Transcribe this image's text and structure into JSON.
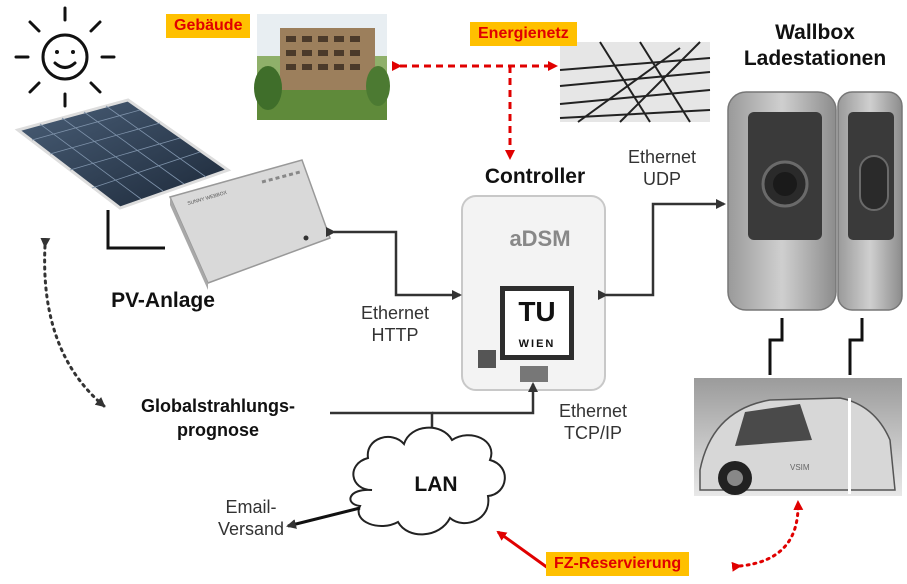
{
  "tags": {
    "building": "Gebäude",
    "grid": "Energienetz",
    "reservation": "FZ-Reservierung"
  },
  "titles": {
    "wallbox_line1": "Wallbox",
    "wallbox_line2": "Ladestationen",
    "controller": "Controller",
    "pv": "PV-Anlage",
    "forecast_line1": "Globalstrahlungs-",
    "forecast_line2": "prognose",
    "lan": "LAN"
  },
  "connections": {
    "udp_line1": "Ethernet",
    "udp_line2": "UDP",
    "http_line1": "Ethernet",
    "http_line2": "HTTP",
    "tcp_line1": "Ethernet",
    "tcp_line2": "TCP/IP",
    "email_line1": "Email-",
    "email_line2": "Versand"
  },
  "device_text": {
    "controller_brand": "aDSM",
    "tu_line1": "TU",
    "tu_line2": "WIEN",
    "inverter_brand": "SUNNY WEBBOX",
    "car_brand": "VSIM"
  },
  "colors": {
    "tag_bg": "#ffc000",
    "tag_text": "#e00000",
    "red_arrow": "#e00000",
    "line": "#333333"
  }
}
